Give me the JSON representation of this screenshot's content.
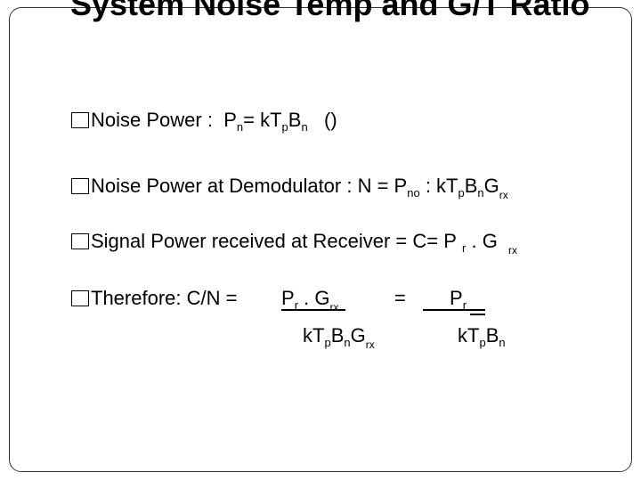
{
  "title": "System Noise Temp and G/T Ratio",
  "bullets": [
    {
      "label": "Noise Power :",
      "parts": [
        "P",
        "n",
        "= kT",
        "p",
        "B",
        "n",
        "()"
      ]
    },
    {
      "label": "Noise Power at Demodulator : N = P",
      "parts": [
        "no",
        ": kT",
        "p",
        "B",
        "n",
        "G",
        "rx"
      ]
    },
    {
      "label": "Signal Power received at Receiver = C= P",
      "parts": [
        "r",
        ". G",
        "rx"
      ]
    },
    {
      "label": "Therefore: C/N =",
      "num1": [
        "P",
        "r",
        ". G",
        "rx"
      ],
      "eq": "=",
      "num2": [
        "P",
        "r"
      ],
      "den1": [
        "kT",
        "p",
        "B",
        "n",
        "G",
        "rx"
      ],
      "den2": [
        "kT",
        "p",
        "B",
        "n"
      ]
    }
  ]
}
